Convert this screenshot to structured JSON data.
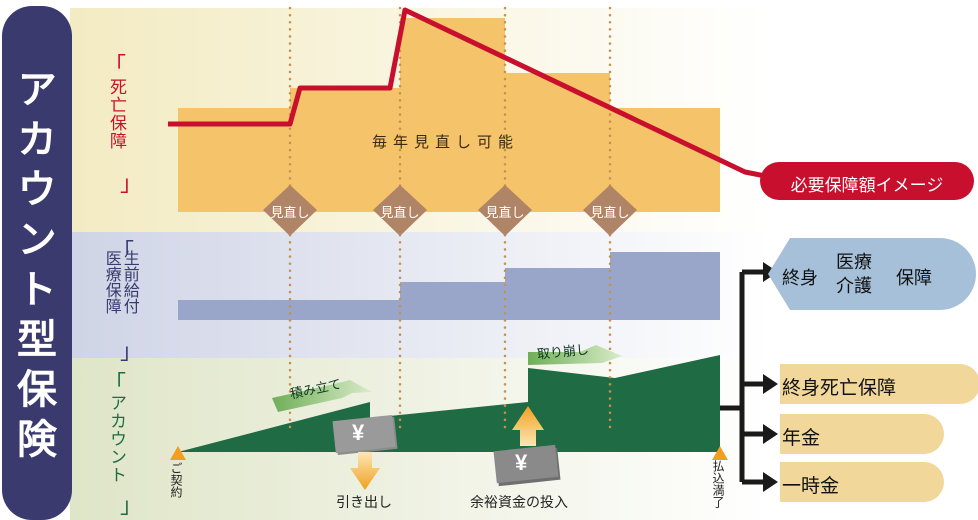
{
  "main_label": "アカウント型保険",
  "sections": {
    "death": "死亡保障",
    "living_medical": [
      "生前給付",
      "医療保障"
    ],
    "account": "アカウント"
  },
  "bracket_top": "「",
  "bracket_bottom": "」",
  "annual_review": "毎年見直し可能",
  "review_markers": [
    "見直し",
    "見直し",
    "見直し",
    "見直し"
  ],
  "required_coverage": "必要保障額イメージ",
  "account_arrows": {
    "accumulate": "積み立て",
    "withdraw_capital": "取り崩し"
  },
  "yen_symbol": "¥",
  "withdraw": "引き出し",
  "surplus_investment": "余裕資金の投入",
  "contract": "ご契約",
  "paid_up": "払込満了",
  "outcomes": {
    "lifetime_care": {
      "prefix": "終身",
      "stack": [
        "医療",
        "介護"
      ],
      "suffix": "保障"
    },
    "lifetime_death": "終身死亡保障",
    "pension": "年金",
    "lump_sum": "一時金"
  },
  "colors": {
    "navy": "#3a3a6e",
    "crimson": "#c8102e",
    "gold": "#f5c36a",
    "steel_blue": "#9aa6c9",
    "forest_green": "#1f6b43",
    "light_blue": "#a7c0da",
    "cream": "#f2d79a",
    "diamond": "#b08466",
    "leaf": "#8bbf6b"
  }
}
